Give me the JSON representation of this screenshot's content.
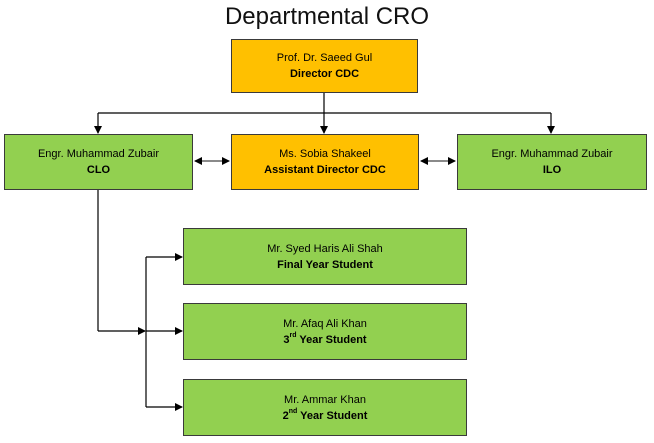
{
  "title": "Departmental CRO",
  "colors": {
    "director": "#ffc000",
    "staff": "#92d050",
    "border": "#3a3a3a",
    "line": "#000000"
  },
  "nodes": {
    "director": {
      "name": "Prof. Dr. Saeed Gul",
      "role": "Director CDC"
    },
    "assistant_director": {
      "name": "Ms. Sobia Shakeel",
      "role": "Assistant Director CDC"
    },
    "clo": {
      "name": "Engr. Muhammad Zubair",
      "role": "CLO"
    },
    "ilo": {
      "name": "Engr. Muhammad Zubair",
      "role": "ILO"
    },
    "final_year": {
      "name": "Mr. Syed Haris Ali Shah",
      "role": "Final Year Student"
    },
    "third_year": {
      "name": "Mr. Afaq Ali Khan",
      "role_ordinal": "3",
      "role_suffix": "rd",
      "role_rest": " Year Student"
    },
    "second_year": {
      "name": "Mr. Ammar Khan",
      "role_ordinal": "2",
      "role_suffix": "nd",
      "role_rest": " Year Student"
    }
  }
}
